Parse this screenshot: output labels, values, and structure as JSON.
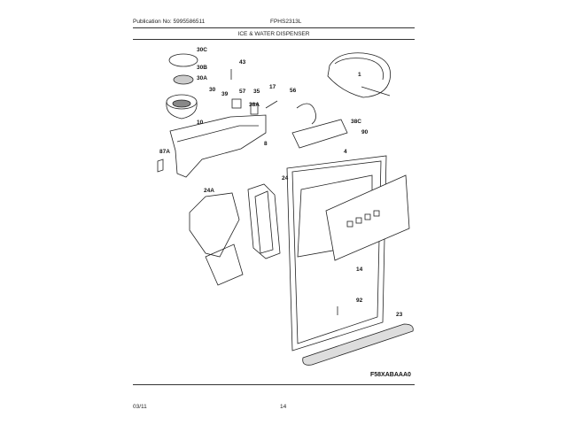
{
  "header": {
    "publication": "Publication No: 5995586511",
    "model": "FPHS2313L",
    "section_title": "ICE & WATER DISPENSER"
  },
  "footer": {
    "date": "03/11",
    "page": "14"
  },
  "diagram": {
    "callouts": [
      "30C",
      "30B",
      "30A",
      "30",
      "43",
      "39",
      "57",
      "35",
      "17",
      "56",
      "1",
      "10",
      "38A",
      "38C",
      "90",
      "4",
      "8",
      "87A",
      "24A",
      "24",
      "14",
      "92",
      "23"
    ],
    "figure_code": "F58XABAAA0"
  }
}
